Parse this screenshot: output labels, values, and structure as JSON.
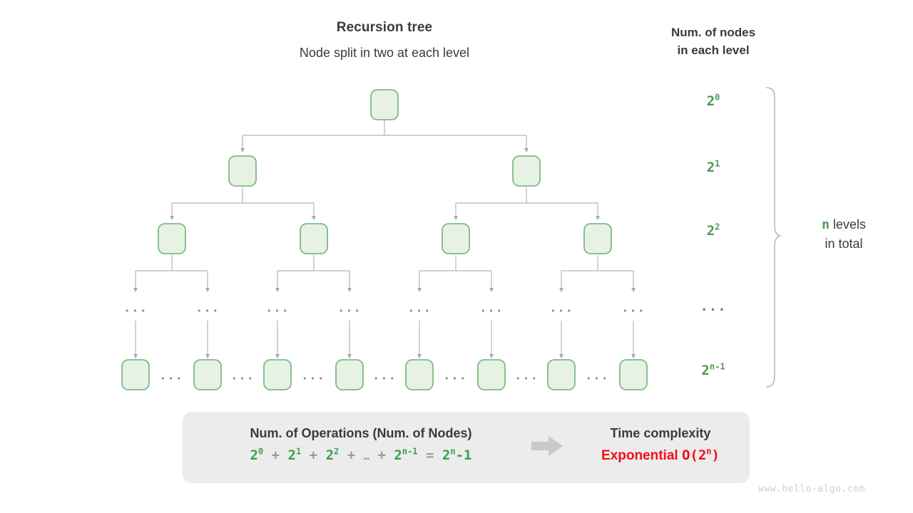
{
  "titles": {
    "main": "Recursion tree",
    "sub": "Node split in two at each level",
    "right_line1": "Num. of nodes",
    "right_line2": "in each level"
  },
  "levels": [
    {
      "id": "level-0",
      "count_base": "2",
      "count_exp": "0",
      "nodes": 1
    },
    {
      "id": "level-1",
      "count_base": "2",
      "count_exp": "1",
      "nodes": 2
    },
    {
      "id": "level-2",
      "count_base": "2",
      "count_exp": "2",
      "nodes": 4
    },
    {
      "id": "level-ellipsis",
      "count_base": "",
      "count_exp": "",
      "dots": "···",
      "nodes": 8
    },
    {
      "id": "level-last",
      "count_base": "2",
      "count_exp": "n-1",
      "nodes": 8
    }
  ],
  "brace_note": {
    "variable": "n",
    "text_line1": " levels",
    "text_line2": "in total"
  },
  "ellipsis": {
    "glyph": "···"
  },
  "summary": {
    "left_heading": "Num. of Operations (Num. of Nodes)",
    "formula": {
      "t1_base": "2",
      "t1_exp": "0",
      "plus1": "+",
      "t2_base": "2",
      "t2_exp": "1",
      "plus2": "+",
      "t3_base": "2",
      "t3_exp": "2",
      "plus3": "+",
      "dots": "…",
      "plus4": "+",
      "t4_base": "2",
      "t4_exp": "n-1",
      "equals": "=",
      "result_base": "2",
      "result_exp": "n",
      "result_tail": "-1"
    },
    "right_heading": "Time complexity",
    "complexity_word": "Exponential",
    "complexity_notation_pre": "O(2",
    "complexity_notation_exp": "n",
    "complexity_notation_post": ")"
  },
  "watermark": "www.hello-algo.com",
  "colors": {
    "green": "#4a9a54",
    "green_formula": "#3f9e4d",
    "node_fill": "#e8f2e4",
    "node_stroke": "#7cbb81",
    "line_gray": "#b0b0b0",
    "text_dark": "#3b3b3b",
    "red": "#f20d1a",
    "box_bg": "#ececec",
    "watermark_gray": "#cfcfcf"
  }
}
